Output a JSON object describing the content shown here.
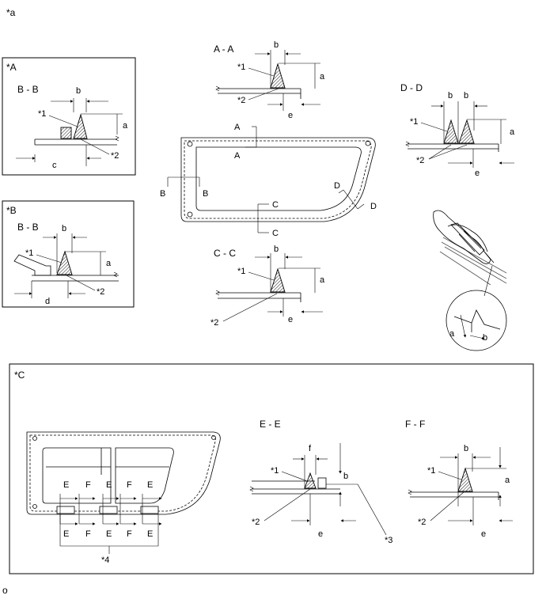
{
  "figure_ref": "*a",
  "footer_mark": "o",
  "boxA": {
    "tag": "*A",
    "section": "B - B",
    "dim_b": "b",
    "dim_a": "a",
    "dim_c": "c",
    "c1": "*1",
    "c2": "*2"
  },
  "boxB": {
    "tag": "*B",
    "section": "B - B",
    "dim_b": "b",
    "dim_a": "a",
    "dim_d": "d",
    "c1": "*1",
    "c2": "*2"
  },
  "aa": {
    "section": "A - A",
    "dim_b": "b",
    "dim_a": "a",
    "dim_e": "e",
    "c1": "*1",
    "c2": "*2"
  },
  "cc": {
    "section": "C - C",
    "dim_b": "b",
    "dim_a": "a",
    "dim_e": "e",
    "c1": "*1",
    "c2": "*2"
  },
  "dd": {
    "section": "D - D",
    "dim_b1": "b",
    "dim_b2": "b",
    "dim_a": "a",
    "dim_e": "e",
    "c1": "*1",
    "c2": "*2"
  },
  "window": {
    "A1": "A",
    "A2": "A",
    "B1": "B",
    "B2": "B",
    "C1": "C",
    "C2": "C",
    "D1": "D",
    "D2": "D"
  },
  "detail": {
    "dim_a": "a",
    "dim_b": "b"
  },
  "boxC": {
    "tag": "*C",
    "c4": "*4",
    "top_labels": [
      "E",
      "F",
      "E",
      "F",
      "E"
    ],
    "bottom_labels": [
      "E",
      "F",
      "E",
      "F",
      "E"
    ],
    "ee": {
      "section": "E - E",
      "dim_f": "f",
      "dim_b": "b",
      "dim_e": "e",
      "c1": "*1",
      "c2": "*2",
      "c3": "*3"
    },
    "ff": {
      "section": "F - F",
      "dim_b": "b",
      "dim_a": "a",
      "dim_e": "e",
      "c1": "*1",
      "c2": "*2"
    }
  }
}
